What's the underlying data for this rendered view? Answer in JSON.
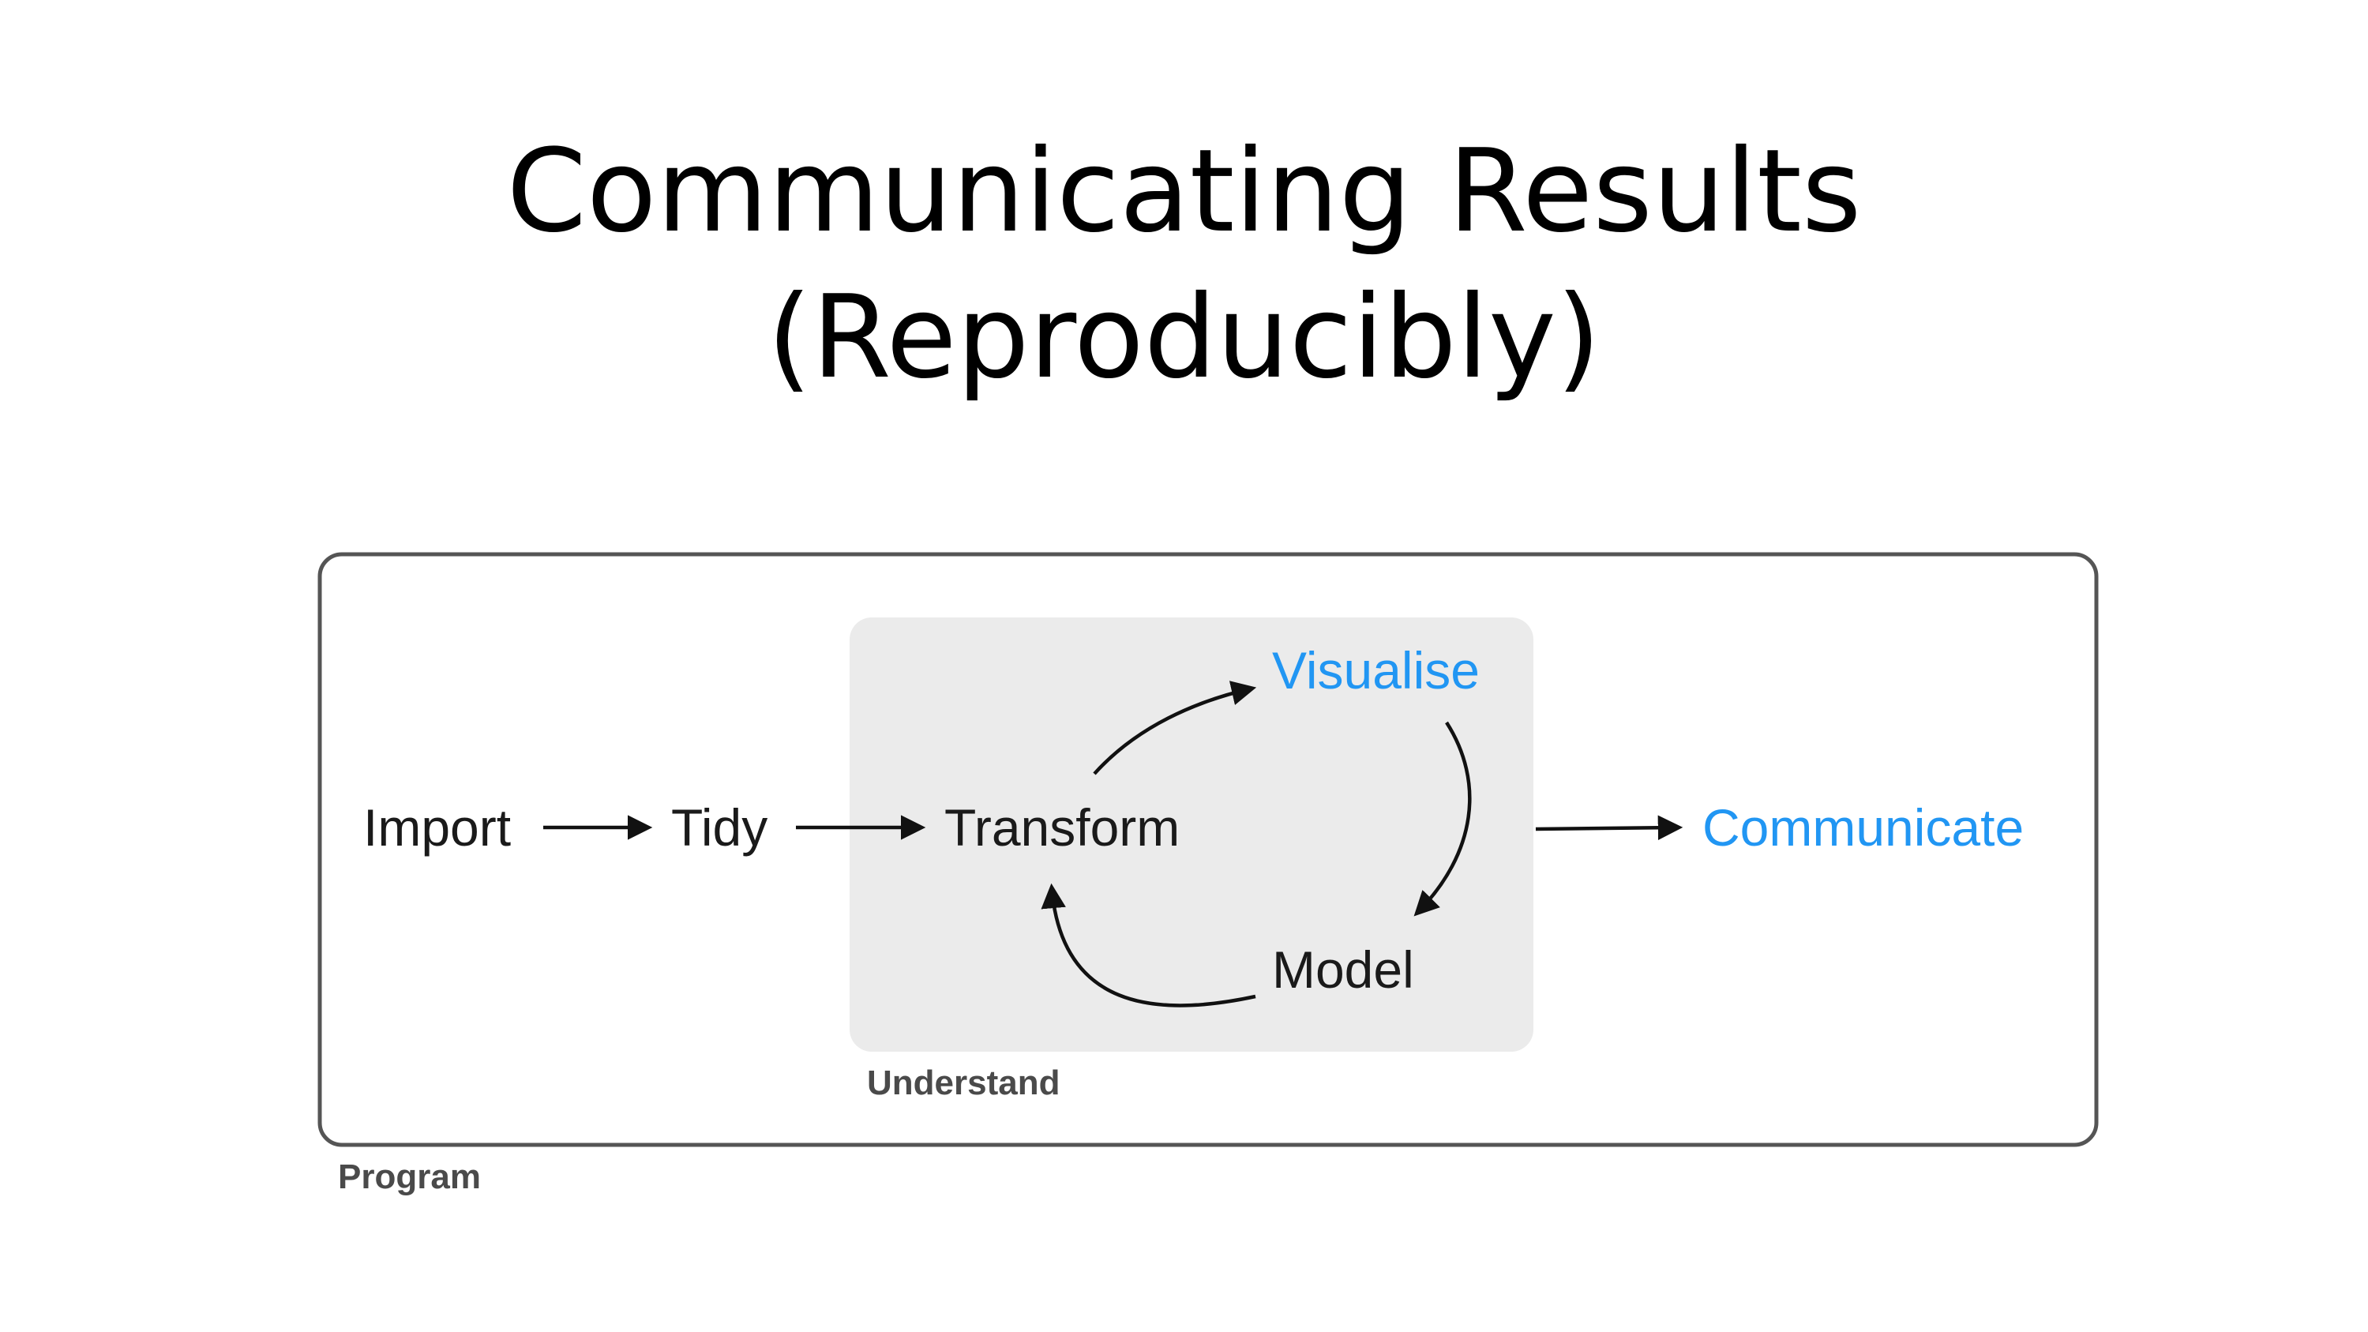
{
  "title": {
    "line1": "Communicating Results",
    "line2": "(Reproducibly)"
  },
  "diagram": {
    "nodes": {
      "import": "Import",
      "tidy": "Tidy",
      "transform": "Transform",
      "visualise": "Visualise",
      "model": "Model",
      "communicate": "Communicate"
    },
    "groups": {
      "understand": "Understand",
      "program": "Program"
    },
    "colors": {
      "accent": "#2196f3",
      "understand_bg": "#ebebeb",
      "program_border": "#555555",
      "text": "#1a1a1a"
    }
  }
}
